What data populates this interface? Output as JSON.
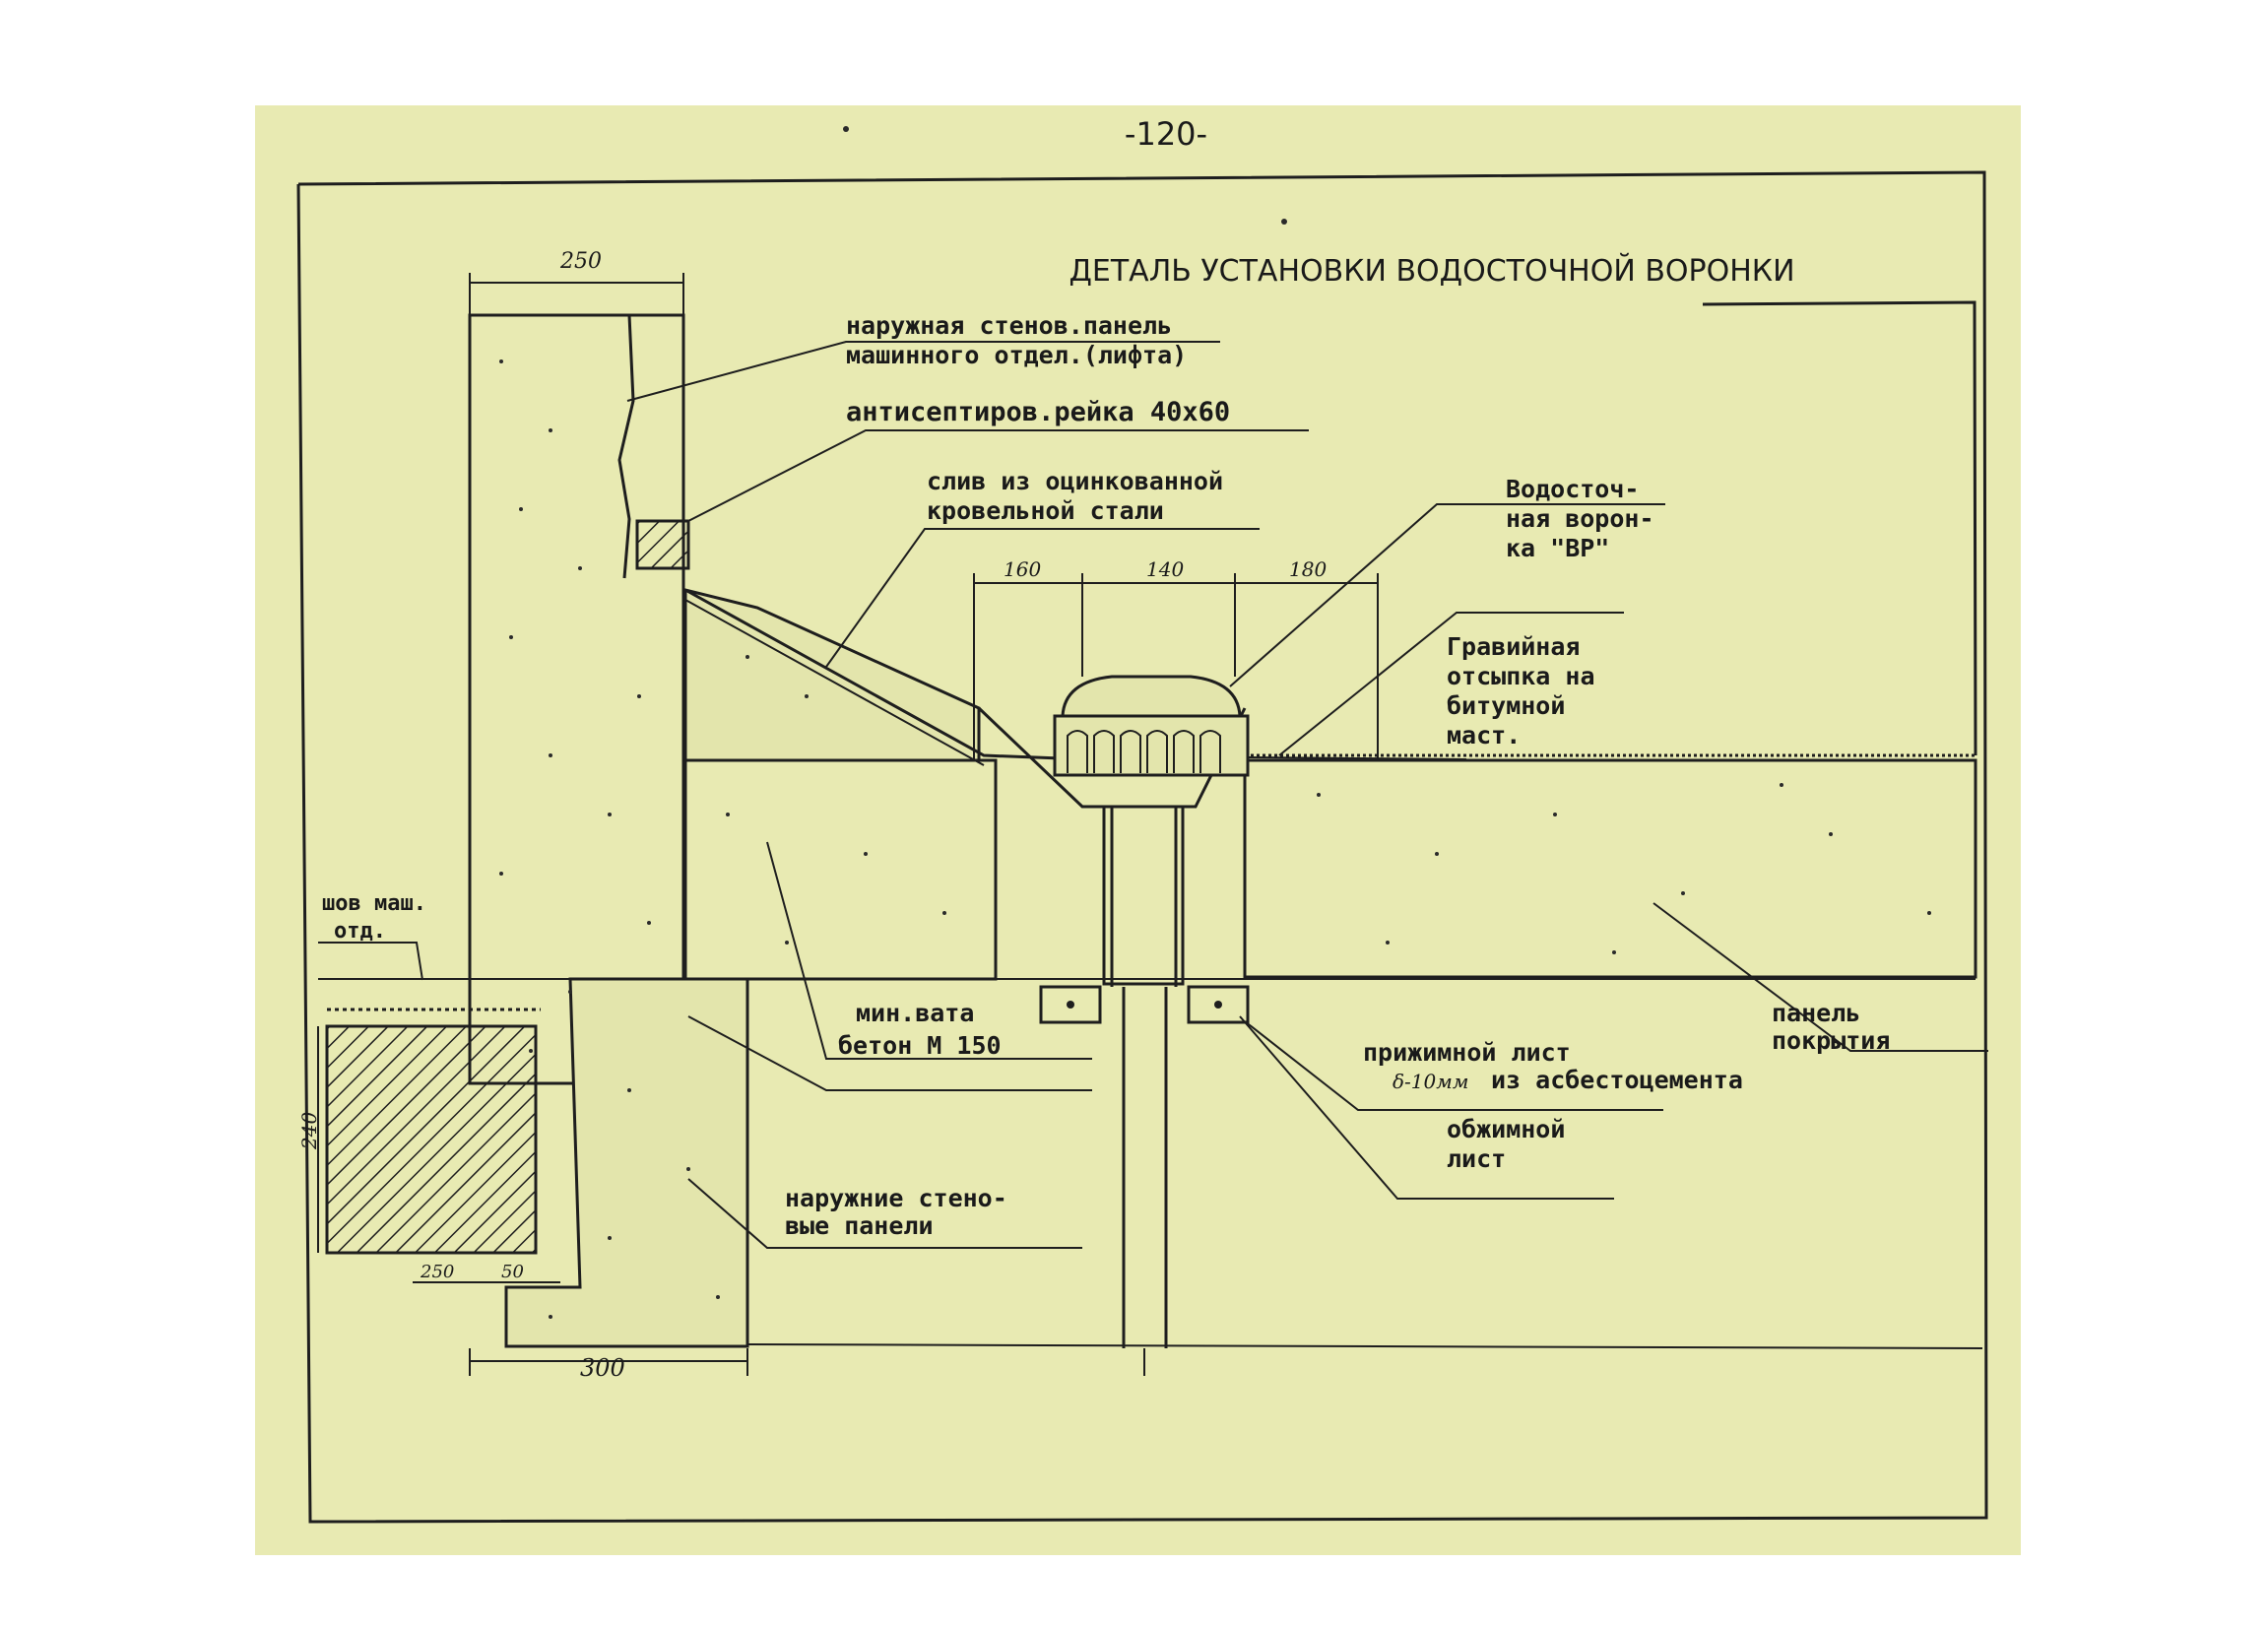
{
  "page_number": "-120-",
  "title": "ДЕТАЛЬ УСТАНОВКИ ВОДОСТОЧНОЙ ВОРОНКИ",
  "labels": {
    "outer_panel_1": "наружная стенов.панель",
    "outer_panel_2": "машинного отдел.(лифта)",
    "rail": "антисептиров.рейка 40х60",
    "drain_1": "слив из оцинкованной",
    "drain_2": "кровельной стали",
    "funnel_1": "Водосточ-",
    "funnel_2": "ная ворон-",
    "funnel_3": "ка \"ВР\"",
    "gravel_1": "Гравийная",
    "gravel_2": "отсыпка на",
    "gravel_3": "битумной",
    "gravel_4": "маст.",
    "seam_1": "шов маш.",
    "seam_2": "отд.",
    "wool": "мин.вата",
    "concrete": "бетон М 150",
    "roof_panel_1": "панель",
    "roof_panel_2": "покрытия",
    "clamp_1": "прижимной лист",
    "clamp_2": "из асбестоцемента",
    "clamp_thk": "δ-10мм",
    "crimp_1": "обжимной",
    "crimp_2": "лист",
    "walls_1": "наружние стено-",
    "walls_2": "вые панели"
  },
  "dimensions": {
    "top_width": "250",
    "d1": "160",
    "d2": "140",
    "d3": "180",
    "height_left": "240",
    "bottom_small": "250",
    "bottom_small2": "50",
    "bottom_width": "300"
  },
  "colors": {
    "paper": "#e8eab2",
    "ink": "#1e1e1e"
  }
}
